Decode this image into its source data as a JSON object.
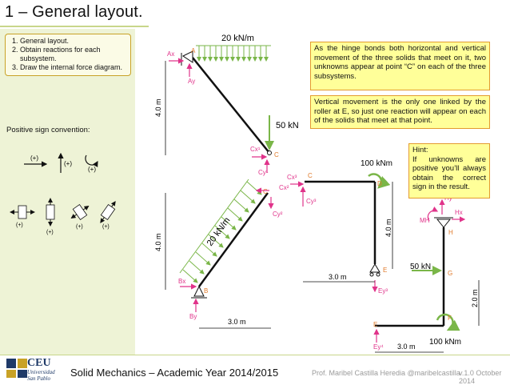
{
  "slide": {
    "title": "1 – General layout.",
    "steps": [
      "General layout.",
      "Obtain reactions for each subsystem.",
      "Draw the internal force diagram."
    ],
    "sign_convention_title": "Positive sign convention:",
    "sign_labels": [
      "(+)",
      "(+)",
      "(+)",
      "(+)",
      "(+)",
      "(+)",
      "(+)"
    ],
    "notes": [
      "As the hinge bonds both horizontal and vertical movement of the three solids that meet on it, two unknowns appear at point “C” on each of the three subsystems.",
      "Vertical movement is the only one linked by the roller at E, so just one reaction will appear on each of the solids that meet at that point.",
      "Hint:\nIf unknowns are positive you’ll always obtain the correct sign in the result."
    ]
  },
  "diagram": {
    "loads": {
      "distributed_top": "20 kN/m",
      "point_vertical": "50 kN",
      "distributed_incline": "20 kN/m",
      "moment_c": "100 kNm",
      "point_horizontal": "50 kN",
      "moment_bottom": "100 kNm"
    },
    "dimensions": {
      "h1": "4.0 m",
      "h2": "4.0 m",
      "w_bottom": "3.0 m",
      "w_mid": "3.0 m",
      "h_right": "4.0 m",
      "h_far": "2.0 m",
      "w_far": "3.0 m"
    },
    "points": {
      "A": "A",
      "C1": "C",
      "C2": "C",
      "C3": "C",
      "B": "B",
      "D": "D",
      "E1": "E",
      "E2": "E",
      "H": "H",
      "G": "G",
      "F": "F"
    },
    "reactions": {
      "Ax": "Ax",
      "Ay": "Ay",
      "Cx1": "Cx¹",
      "Cy1": "Cy¹",
      "Cx2": "Cx²",
      "Cy2": "Cy²",
      "Cx3": "Cx³",
      "Cy3": "Cy³",
      "Bx": "Bx",
      "By": "By",
      "Ey3": "Ey³",
      "Ey4": "Ey⁴",
      "Hx": "Hx",
      "Hy": "Hy",
      "MH": "MH"
    }
  },
  "footer": {
    "logo_big": "CEU",
    "logo_line1": "Universidad",
    "logo_line2": "San Pablo",
    "course": "Solid Mechanics – Academic Year 2014/2015",
    "author": "Prof. Maribel Castilla Heredia @maribelcastilla",
    "version": "v.1.0 October 2014"
  },
  "colors": {
    "accent_green": "#7ab648",
    "reaction_pink": "#e0338a",
    "label_orange": "#e07a2a",
    "note_fill": "#ffff99",
    "panel": "#eef3d6"
  }
}
